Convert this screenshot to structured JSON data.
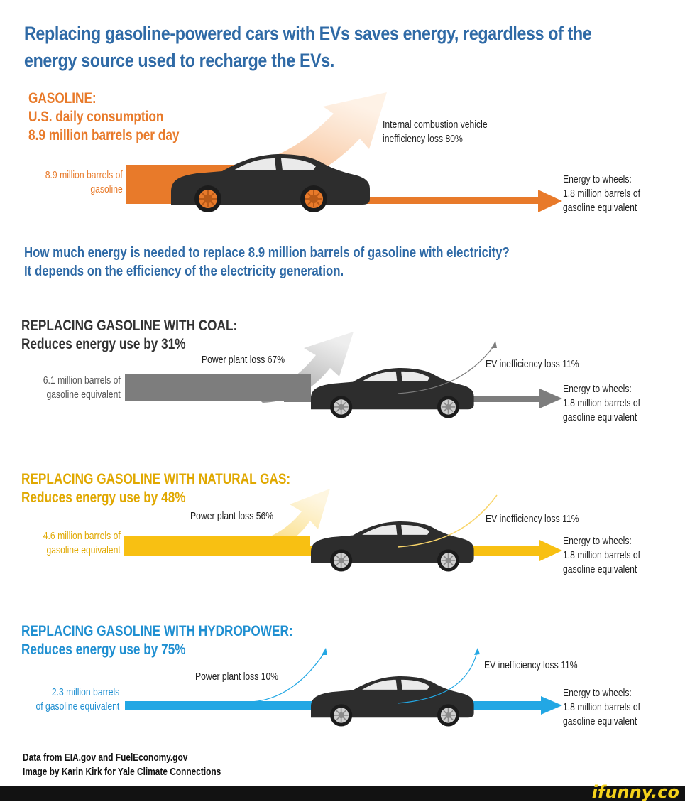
{
  "title": {
    "line1": "Replacing gasoline-powered cars with EVs saves energy, regardless of the",
    "line2": "energy source used to recharge the EVs."
  },
  "gasoline": {
    "heading1": "GASOLINE:",
    "heading2": "U.S. daily consumption",
    "heading3": "8.9 million barrels per day",
    "input_line1": "8.9 million barrels of",
    "input_line2": "gasoline",
    "loss_line1": "Internal combustion vehicle",
    "loss_line2": "inefficiency loss 80%",
    "output_line1": "Energy to wheels:",
    "output_line2": "1.8 million barrels of",
    "output_line3": "gasoline equivalent"
  },
  "question": {
    "line1": "How much energy is needed to replace 8.9 million barrels of gasoline with electricity?",
    "line2": "It depends on the efficiency of the electricity generation."
  },
  "coal": {
    "heading1": "REPLACING GASOLINE WITH COAL:",
    "heading2": "Reduces energy use by 31%",
    "input_line1": "6.1 million barrels of",
    "input_line2": "gasoline equivalent",
    "plant_loss": "Power plant loss 67%",
    "ev_loss": "EV inefficiency loss 11%",
    "output_line1": "Energy to wheels:",
    "output_line2": "1.8 million barrels of",
    "output_line3": "gasoline equivalent"
  },
  "natural_gas": {
    "heading1": "REPLACING GASOLINE WITH NATURAL GAS:",
    "heading2": "Reduces energy use by 48%",
    "input_line1": "4.6 million barrels of",
    "input_line2": "gasoline equivalent",
    "plant_loss": "Power plant loss 56%",
    "ev_loss": "EV inefficiency loss 11%",
    "output_line1": "Energy to wheels:",
    "output_line2": "1.8 million barrels of",
    "output_line3": "gasoline equivalent"
  },
  "hydro": {
    "heading1": "REPLACING GASOLINE WITH HYDROPOWER:",
    "heading2": "Reduces energy use by 75%",
    "input_line1": "2.3 million barrels",
    "input_line2": "of gasoline equivalent",
    "plant_loss": "Power plant loss 10%",
    "ev_loss": "EV inefficiency loss 11%",
    "output_line1": "Energy to wheels:",
    "output_line2": "1.8 million barrels of",
    "output_line3": "gasoline equivalent"
  },
  "footer": {
    "line1": "Data from EIA.gov and FuelEconomy.gov",
    "line2": "Image by Karin Kirk for Yale Climate Connections"
  },
  "watermark": "ifunny.co",
  "colors": {
    "title_blue": "#2f6aa6",
    "gasoline_orange": "#e87a2a",
    "coal_gray": "#7d7d7d",
    "gas_yellow": "#f8c012",
    "hydro_blue": "#22a7e4",
    "car_body": "#2d2d2d"
  }
}
